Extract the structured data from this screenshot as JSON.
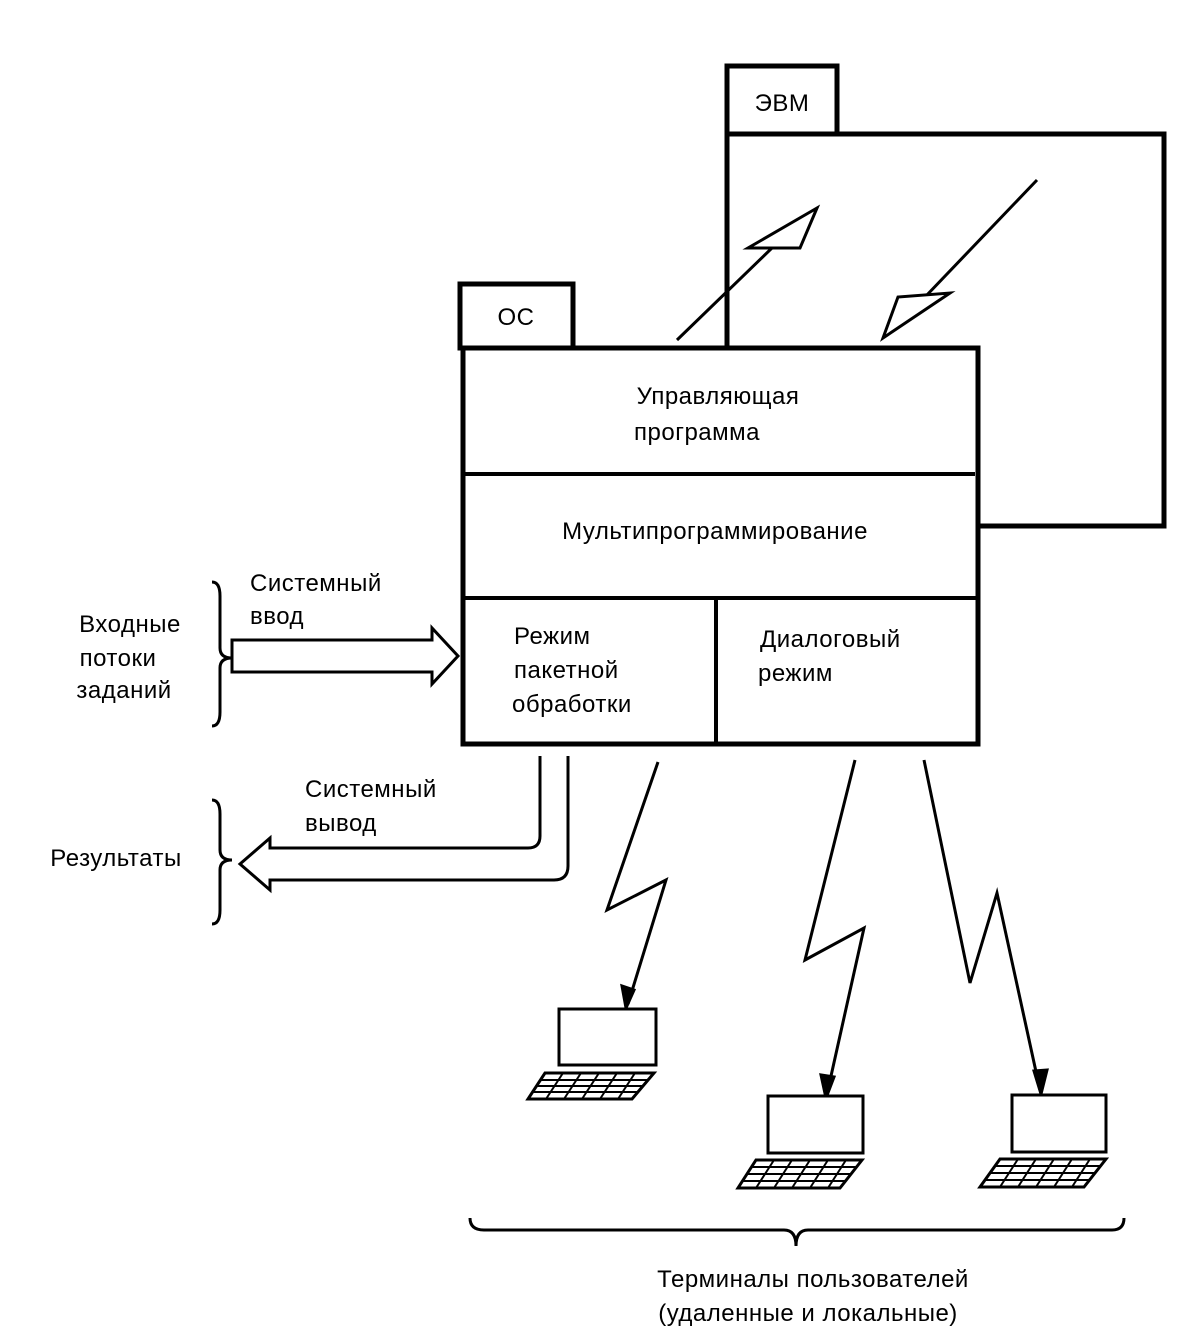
{
  "tabs": {
    "evm": "ЭВМ",
    "os": "ОС"
  },
  "blocks": {
    "control_program": [
      "Управляющая",
      "программа"
    ],
    "multiprogramming": "Мультипрограммирование",
    "batch_mode": [
      "Режим",
      "пакетной",
      "обработки"
    ],
    "dialog_mode": [
      "Диалоговый",
      "режим"
    ]
  },
  "inputs": {
    "system_input": [
      "Системный",
      "ввод"
    ],
    "job_streams": [
      "Входные",
      "потоки",
      "заданий"
    ]
  },
  "outputs": {
    "system_output": [
      "Системный",
      "вывод"
    ],
    "results": "Результаты"
  },
  "terminals": {
    "caption": [
      "Терминалы пользователей",
      "(удаленные и локальные)"
    ]
  },
  "colors": {
    "ink": "#000000",
    "paper": "#ffffff"
  }
}
